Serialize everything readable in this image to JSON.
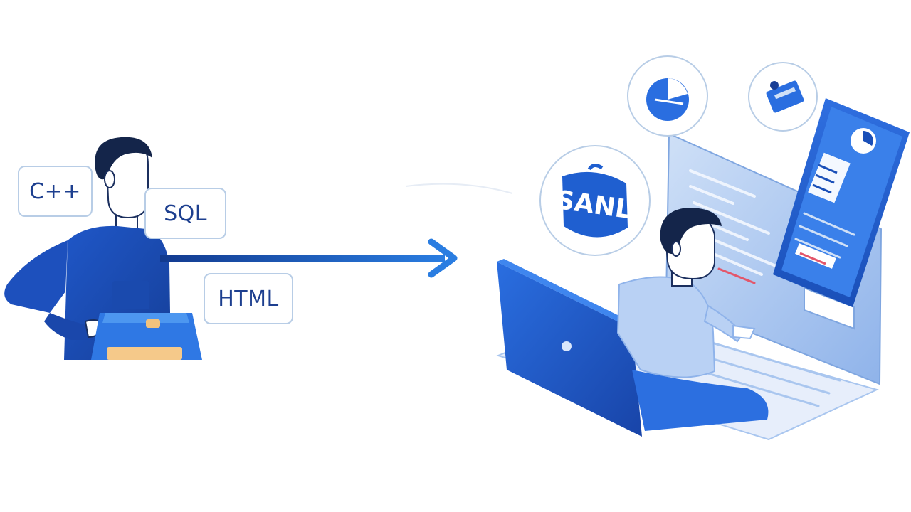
{
  "illustration": {
    "tags": {
      "cpp": "C++",
      "sql": "SQL",
      "html": "HTML"
    },
    "badge_label": "SANL"
  },
  "colors": {
    "primary_blue": "#1f5fd0",
    "dark_blue": "#123a8f",
    "light_blue": "#a9c6ef",
    "hair": "#14254a",
    "outline": "#b8cde6"
  }
}
